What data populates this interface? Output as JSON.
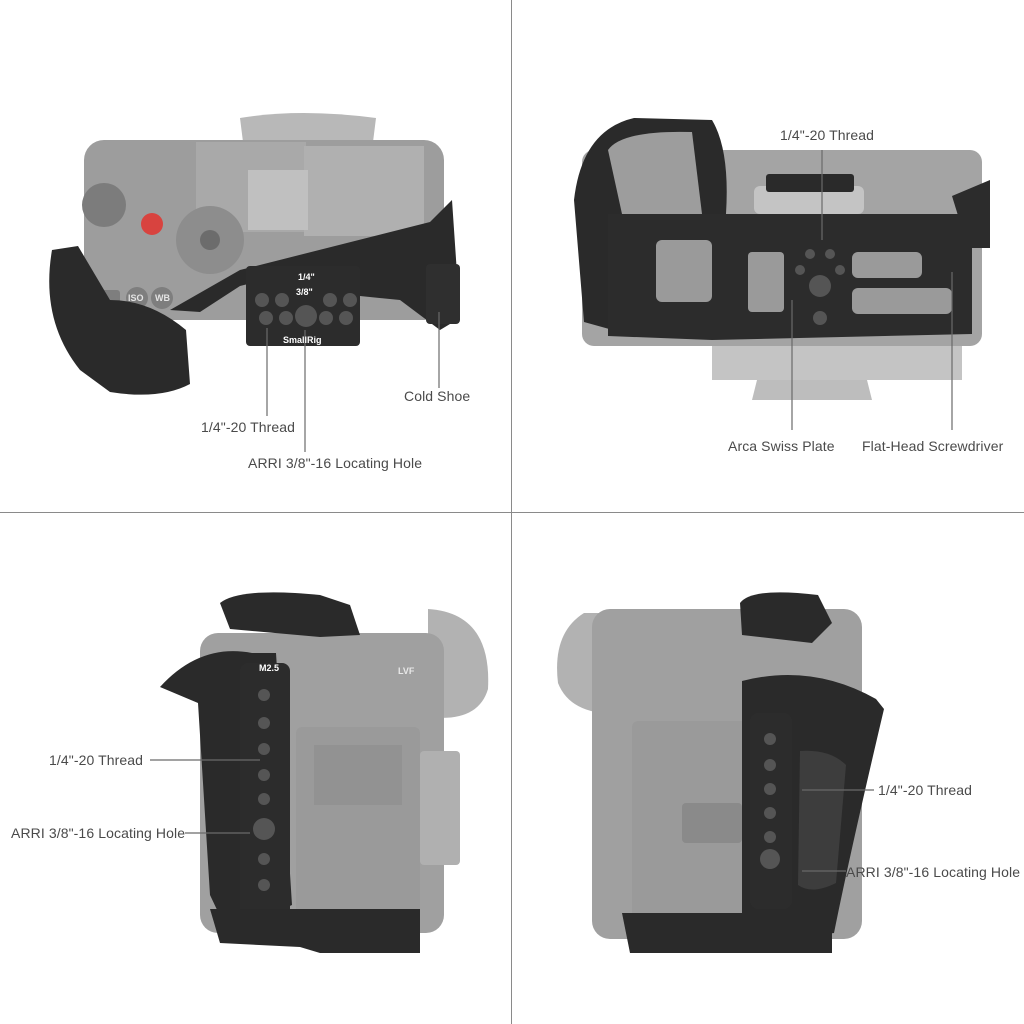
{
  "colors": {
    "cage": "#2a2a2a",
    "cage_highlight": "#4a4a4a",
    "camera_body": "#9d9d9d",
    "camera_light": "#bdbdbd",
    "divider": "#8a8a8a",
    "leader_line": "#6a6a6a",
    "label_text": "#4a4a4a",
    "record_button": "#d8433f"
  },
  "panels": {
    "top_view": {
      "labels": {
        "cold_shoe": "Cold Shoe",
        "quarter_thread": "1/4\"-20 Thread",
        "arri_hole": "ARRI 3/8\"-16 Locating Hole"
      },
      "engraving": {
        "quarter": "1/4\"",
        "three_eighths": "3/8\"",
        "brand": "SmallRig"
      },
      "dial_buttons": [
        "ISO",
        "WB"
      ]
    },
    "bottom_view": {
      "labels": {
        "quarter_thread": "1/4\"-20 Thread",
        "arca_plate": "Arca Swiss Plate",
        "screwdriver": "Flat-Head Screwdriver"
      }
    },
    "left_side_view": {
      "labels": {
        "quarter_thread": "1/4\"-20 Thread",
        "arri_hole": "ARRI 3/8\"-16 Locating Hole"
      },
      "engraving": {
        "screw_size": "M2.5",
        "model": "LVF"
      }
    },
    "right_side_view": {
      "labels": {
        "quarter_thread": "1/4\"-20 Thread",
        "arri_hole": "ARRI 3/8\"-16 Locating Hole"
      }
    }
  }
}
